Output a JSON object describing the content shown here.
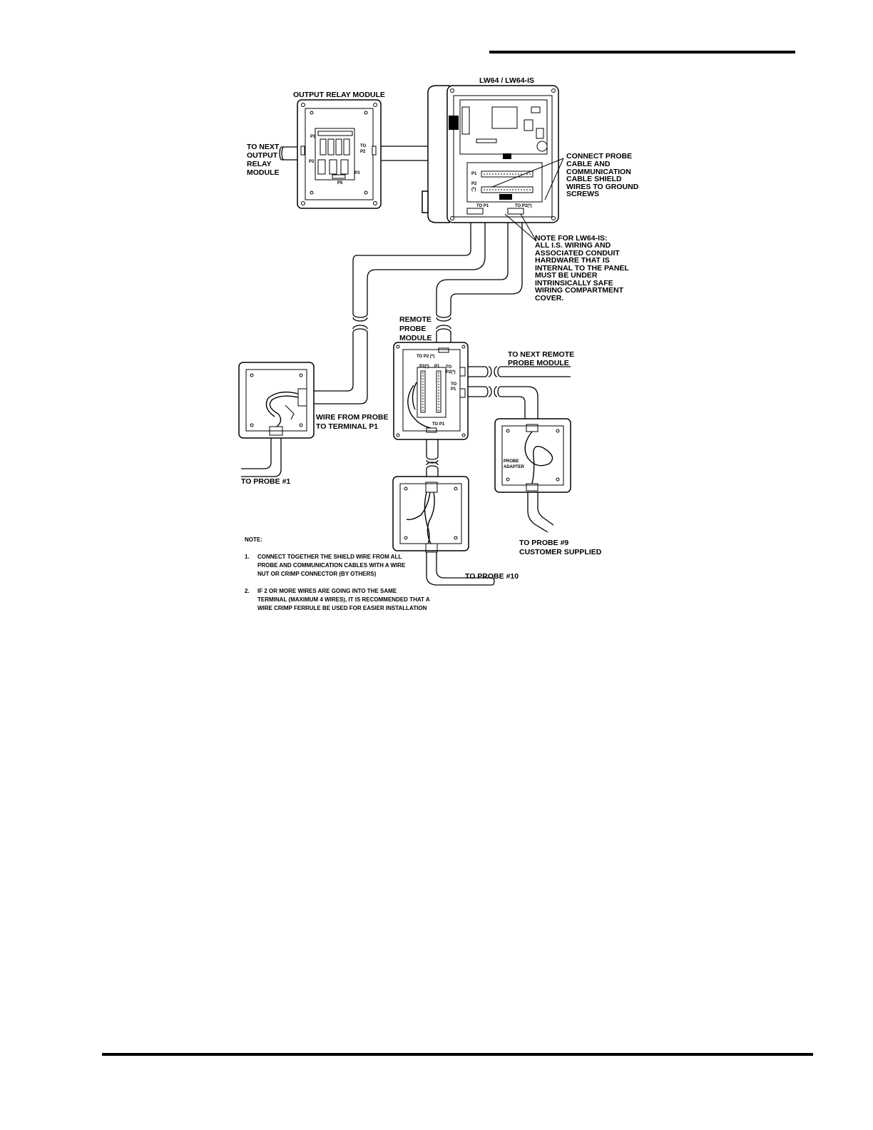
{
  "header_rule": true,
  "footer_rule": true,
  "labels": {
    "controller_title": "LW64 / LW64-IS",
    "relay_module_title": "OUTPUT RELAY MODULE",
    "to_next_relay": [
      "TO NEXT",
      "OUTPUT",
      "RELAY",
      "MODULE"
    ],
    "relay_p1": "P1",
    "relay_p2": "P2",
    "relay_p3": "P3",
    "relay_p5": "P5",
    "relay_to_p2": [
      "TO",
      "P2"
    ],
    "controller_p1": "P1",
    "controller_p2": [
      "P2",
      "(*)"
    ],
    "controller_to_p1": "TO P1",
    "controller_to_p2": "TO P2(*)",
    "connect_probe": [
      "CONNECT PROBE",
      "CABLE AND",
      "COMMUNICATION",
      "CABLE SHIELD",
      "WIRES TO GROUND",
      "SCREWS"
    ],
    "note_is": [
      "NOTE FOR LW64-IS:",
      "ALL I.S. WIRING AND",
      "ASSOCIATED CONDUIT",
      "HARDWARE THAT IS",
      "INTERNAL TO THE PANEL",
      "MUST BE UNDER",
      "INTRINSICALLY SAFE",
      "WIRING COMPARTMENT",
      "COVER."
    ],
    "remote_probe_module": [
      "REMOTE",
      "PROBE",
      "MODULE"
    ],
    "rpm_to_p2": "TO P2 (*)",
    "rpm_p2": "P2(*)",
    "rpm_p1": "P1",
    "rpm_to_p2_side": [
      "TO",
      "P2(*)"
    ],
    "rpm_to_p1_side": [
      "TO",
      "P1"
    ],
    "rpm_to_p1_bottom": "TO P1",
    "to_next_remote": [
      "TO NEXT REMOTE",
      "PROBE MODULE"
    ],
    "wire_from_probe": [
      "WIRE FROM PROBE",
      "TO TERMINAL P1"
    ],
    "probe_adapter": [
      "PROBE",
      "ADAPTER"
    ],
    "to_probe_1": "TO PROBE #1",
    "to_probe_9": [
      "TO PROBE #9",
      "CUSTOMER SUPPLIED"
    ],
    "to_probe_10": "TO PROBE #10",
    "note_heading": "NOTE:",
    "notes": [
      {
        "num": "1.",
        "lines": [
          "CONNECT TOGETHER THE SHIELD WIRE FROM ALL",
          "PROBE AND COMMUNICATION CABLES WITH A WIRE",
          "NUT OR CRIMP CONNECTOR (BY OTHERS)"
        ]
      },
      {
        "num": "2.",
        "lines": [
          "IF 2 OR MORE WIRES ARE GOING INTO THE SAME",
          "TERMINAL (MAXIMUM 4 WIRES), IT IS RECOMMENDED THAT A",
          "WIRE CRIMP FERRULE BE USED FOR EASIER INSTALLATION"
        ]
      }
    ]
  }
}
